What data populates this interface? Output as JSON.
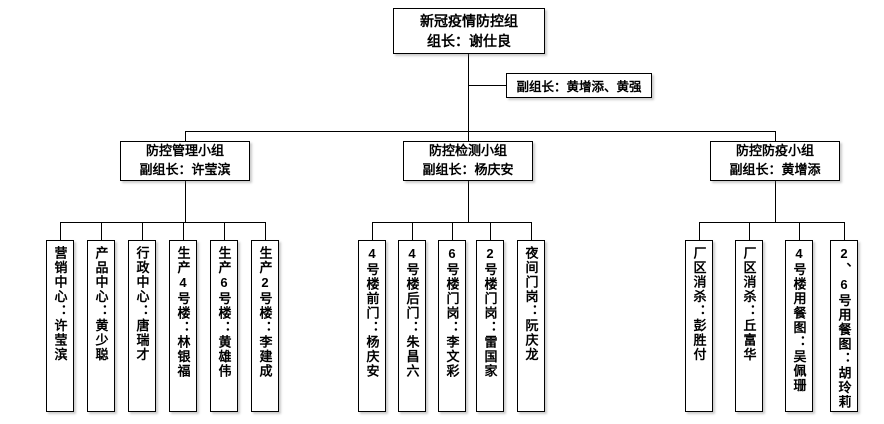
{
  "colors": {
    "box_border": "#000000",
    "box_background": "#ffffff",
    "connector_line": "#000000",
    "text": "#000000"
  },
  "root": {
    "title": "新冠疫情防控组",
    "leader": "组长：谢仕良"
  },
  "deputy_label": "副组长：黄增添、黄强",
  "groups": [
    {
      "title": "防控管理小组",
      "leader": "副组长：许莹滨",
      "members": [
        "营销中心：许莹滨",
        "产品中心：黄少聪",
        "行政中心：唐瑞才",
        "生产4号楼：林银福",
        "生产6号楼：黄雄伟",
        "生产2号楼：李建成"
      ]
    },
    {
      "title": "防控检测小组",
      "leader": "副组长：杨庆安",
      "members": [
        "4号楼前门：杨庆安",
        "4号楼后门：朱昌六",
        "6号楼门岗：李文彩",
        "2号楼门岗：雷国家",
        "夜间门岗：阮庆龙"
      ]
    },
    {
      "title": "防控防疫小组",
      "leader": "副组长：黄增添",
      "members": [
        "厂区消杀：彭胜付",
        "厂区消杀：丘富华",
        "4号楼用餐图：吴佩珊",
        "2、6号用餐图：胡玲莉"
      ]
    }
  ]
}
